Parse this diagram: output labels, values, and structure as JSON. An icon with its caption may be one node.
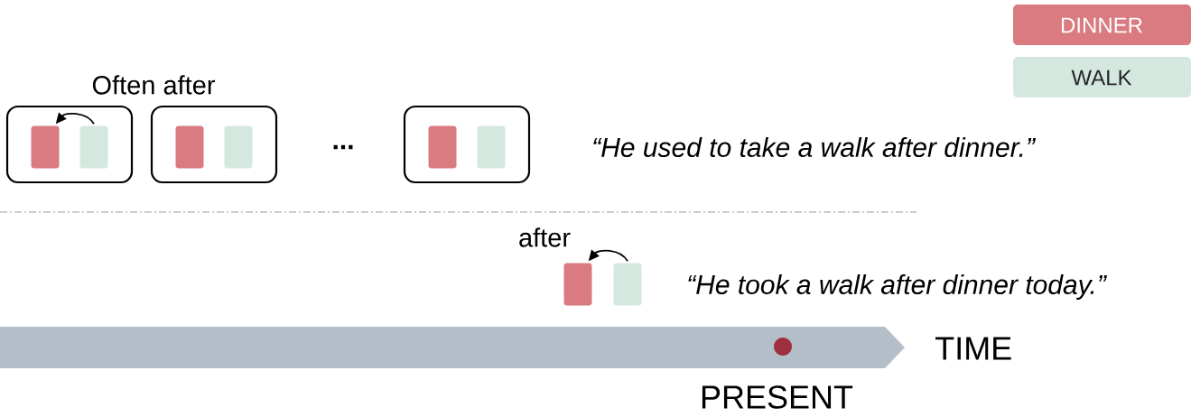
{
  "diagram": {
    "nodes": [
      {
        "text": [],
        "shape": "box"
      },
      {
        "text": [],
        "shape": "box",
        "in": 0
      },
      {
        "text": [],
        "shape": "box",
        "in": 0
      },
      {
        "text": [],
        "shape": "box"
      },
      {
        "text": [],
        "shape": "box",
        "in": 3
      },
      {
        "text": [],
        "shape": "box",
        "in": 3
      },
      {
        "text": [],
        "shape": "box"
      },
      {
        "text": [],
        "shape": "box",
        "in": 6
      },
      {
        "text": [],
        "shape": "box",
        "in": 6
      },
      {
        "text": [],
        "shape": "box"
      },
      {
        "text": [],
        "shape": "box"
      }
    ],
    "edges": [
      {
        "from": 2,
        "to": 1,
        "arrow": "to",
        "label": "Often after"
      },
      {
        "from": 10,
        "to": 9,
        "arrow": "to",
        "label": "after"
      }
    ],
    "labels": [
      "...",
      "“He used to take a walk after dinner.”",
      "“He took a walk after dinner today.”",
      "TIME",
      "PRESENT"
    ],
    "legend": [
      {
        "text": "DINNER",
        "color": "#d97b80"
      },
      {
        "text": "WALK",
        "color": "#d5e8e0"
      }
    ]
  }
}
